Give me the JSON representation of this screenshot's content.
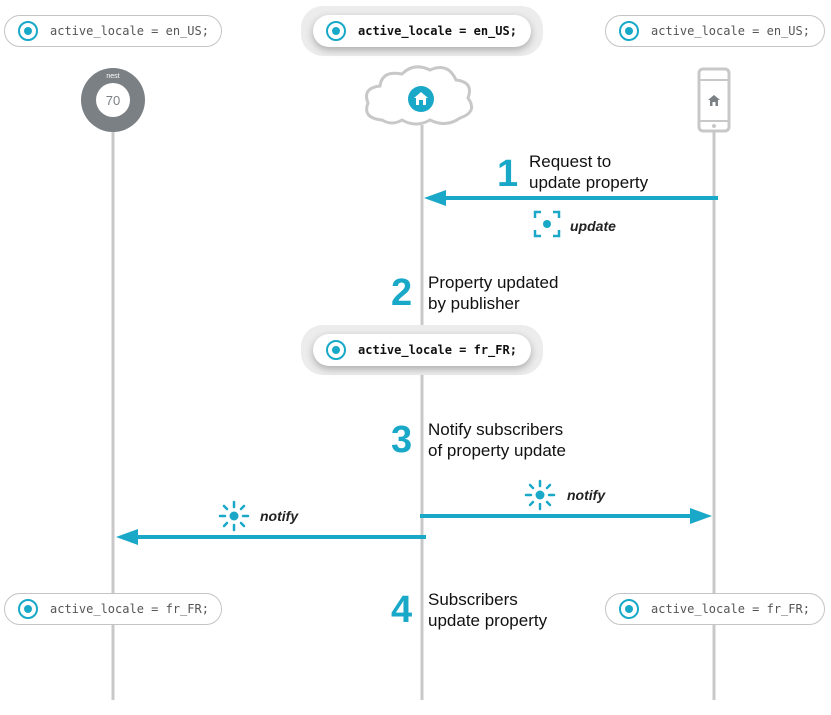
{
  "pills": {
    "thermostat_top": "active_locale = en_US;",
    "cloud_top": "active_locale = en_US;",
    "phone_top": "active_locale = en_US;",
    "cloud_mid": "active_locale = fr_FR;",
    "thermostat_bottom": "active_locale = fr_FR;",
    "phone_bottom": "active_locale = fr_FR;"
  },
  "devices": {
    "thermostat_brand": "nest",
    "thermostat_temp": "70",
    "cloud_icon": "home-icon",
    "phone_icon": "home-icon"
  },
  "steps": [
    {
      "number": "1",
      "line1": "Request to",
      "line2": "update property"
    },
    {
      "number": "2",
      "line1": "Property updated",
      "line2": "by publisher"
    },
    {
      "number": "3",
      "line1": "Notify subscribers",
      "line2": "of property update"
    },
    {
      "number": "4",
      "line1": "Subscribers",
      "line2": "update property"
    }
  ],
  "actions": {
    "update": "update",
    "notify_right": "notify",
    "notify_left": "notify"
  },
  "colors": {
    "accent": "#1aa8c8",
    "lifeline": "#c8c8c8",
    "thermostat": "#7b8084"
  }
}
